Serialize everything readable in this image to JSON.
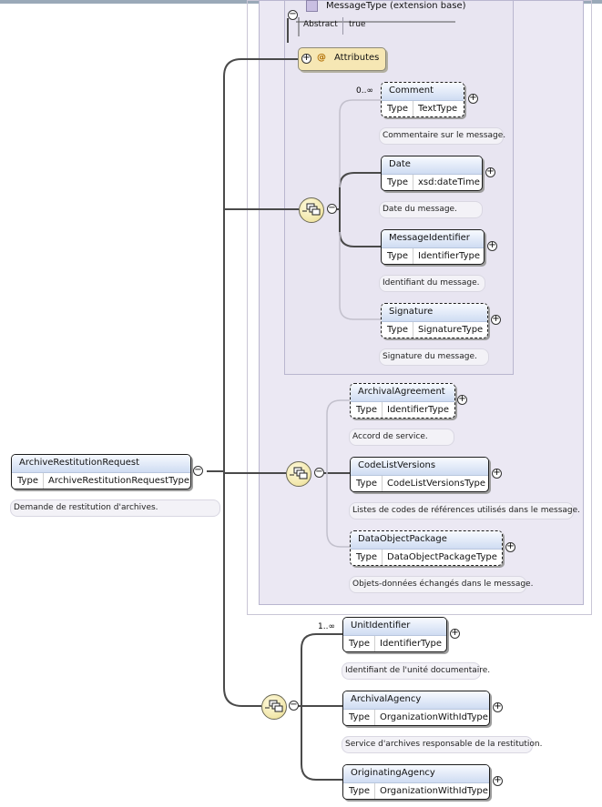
{
  "root": {
    "name": "ArchiveRestitutionRequest",
    "type_label": "Type",
    "type": "ArchiveRestitutionRequestType",
    "doc": "Demande de restitution d'archives."
  },
  "base": {
    "title": "MessageType (extension base)",
    "abstract_label": "Abstract",
    "abstract_value": "true"
  },
  "attributes": {
    "at": "@",
    "label": "Attributes"
  },
  "message_elements": [
    {
      "name": "Comment",
      "type_label": "Type",
      "type": "TextType",
      "doc": "Commentaire sur le message.",
      "cardinality": "0..∞"
    },
    {
      "name": "Date",
      "type_label": "Type",
      "type": "xsd:dateTime",
      "doc": "Date du message.",
      "cardinality": ""
    },
    {
      "name": "MessageIdentifier",
      "type_label": "Type",
      "type": "IdentifierType",
      "doc": "Identifiant du message.",
      "cardinality": ""
    },
    {
      "name": "Signature",
      "type_label": "Type",
      "type": "SignatureType",
      "doc": "Signature du message.",
      "cardinality": ""
    }
  ],
  "request_elements": [
    {
      "name": "ArchivalAgreement",
      "type_label": "Type",
      "type": "IdentifierType",
      "doc": "Accord de service."
    },
    {
      "name": "CodeListVersions",
      "type_label": "Type",
      "type": "CodeListVersionsType",
      "doc": "Listes de codes de références utilisés dans le message."
    },
    {
      "name": "DataObjectPackage",
      "type_label": "Type",
      "type": "DataObjectPackageType",
      "doc": "Objets-données échangés dans le message."
    }
  ],
  "restitution_elements": [
    {
      "name": "UnitIdentifier",
      "type_label": "Type",
      "type": "IdentifierType",
      "doc": "Identifiant de l'unité documentaire.",
      "cardinality": "1..∞"
    },
    {
      "name": "ArchivalAgency",
      "type_label": "Type",
      "type": "OrganizationWithIdType",
      "doc": "Service d'archives responsable de la restitution."
    },
    {
      "name": "OriginatingAgency",
      "type_label": "Type",
      "type": "OrganizationWithIdType",
      "doc": ""
    }
  ],
  "symbols": {
    "minus": "−",
    "plus": "+"
  }
}
